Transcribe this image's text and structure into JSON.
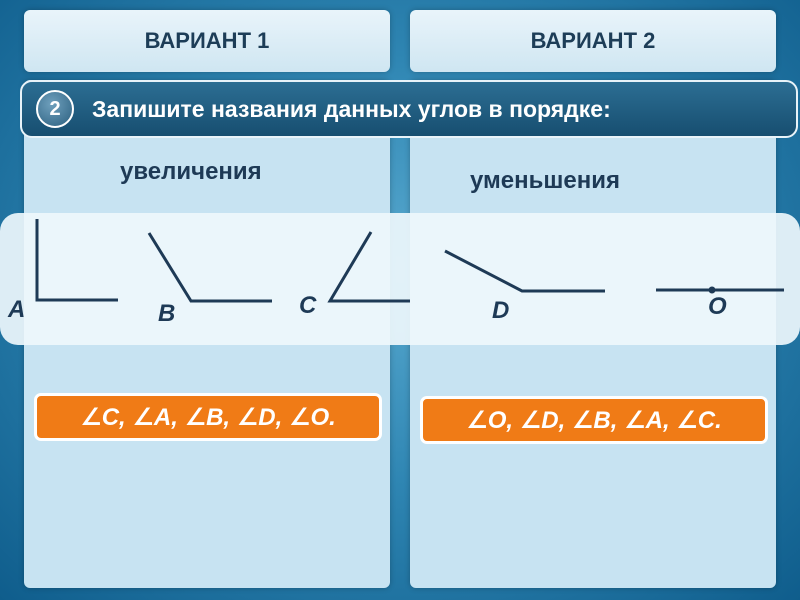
{
  "headers": {
    "variant1": "ВАРИАНТ 1",
    "variant2": "ВАРИАНТ 2"
  },
  "task": {
    "number": "2",
    "text": "Запишите названия данных углов в порядке:"
  },
  "order_labels": {
    "increase": "увеличения",
    "decrease": "уменьшения"
  },
  "angles": [
    {
      "label": "A",
      "kind": "right"
    },
    {
      "label": "B",
      "kind": "obtuse"
    },
    {
      "label": "C",
      "kind": "acute"
    },
    {
      "label": "D",
      "kind": "obtuse-wide"
    },
    {
      "label": "O",
      "kind": "straight"
    }
  ],
  "answers": {
    "variant1": "∠C, ∠A, ∠B, ∠D, ∠O.",
    "variant2": "∠O, ∠D, ∠B, ∠A, ∠C."
  },
  "colors": {
    "task_bar": "#1f5c80",
    "answer_bg": "#f07b16",
    "panel": "#c7e3f2",
    "line": "#1e3a56"
  }
}
